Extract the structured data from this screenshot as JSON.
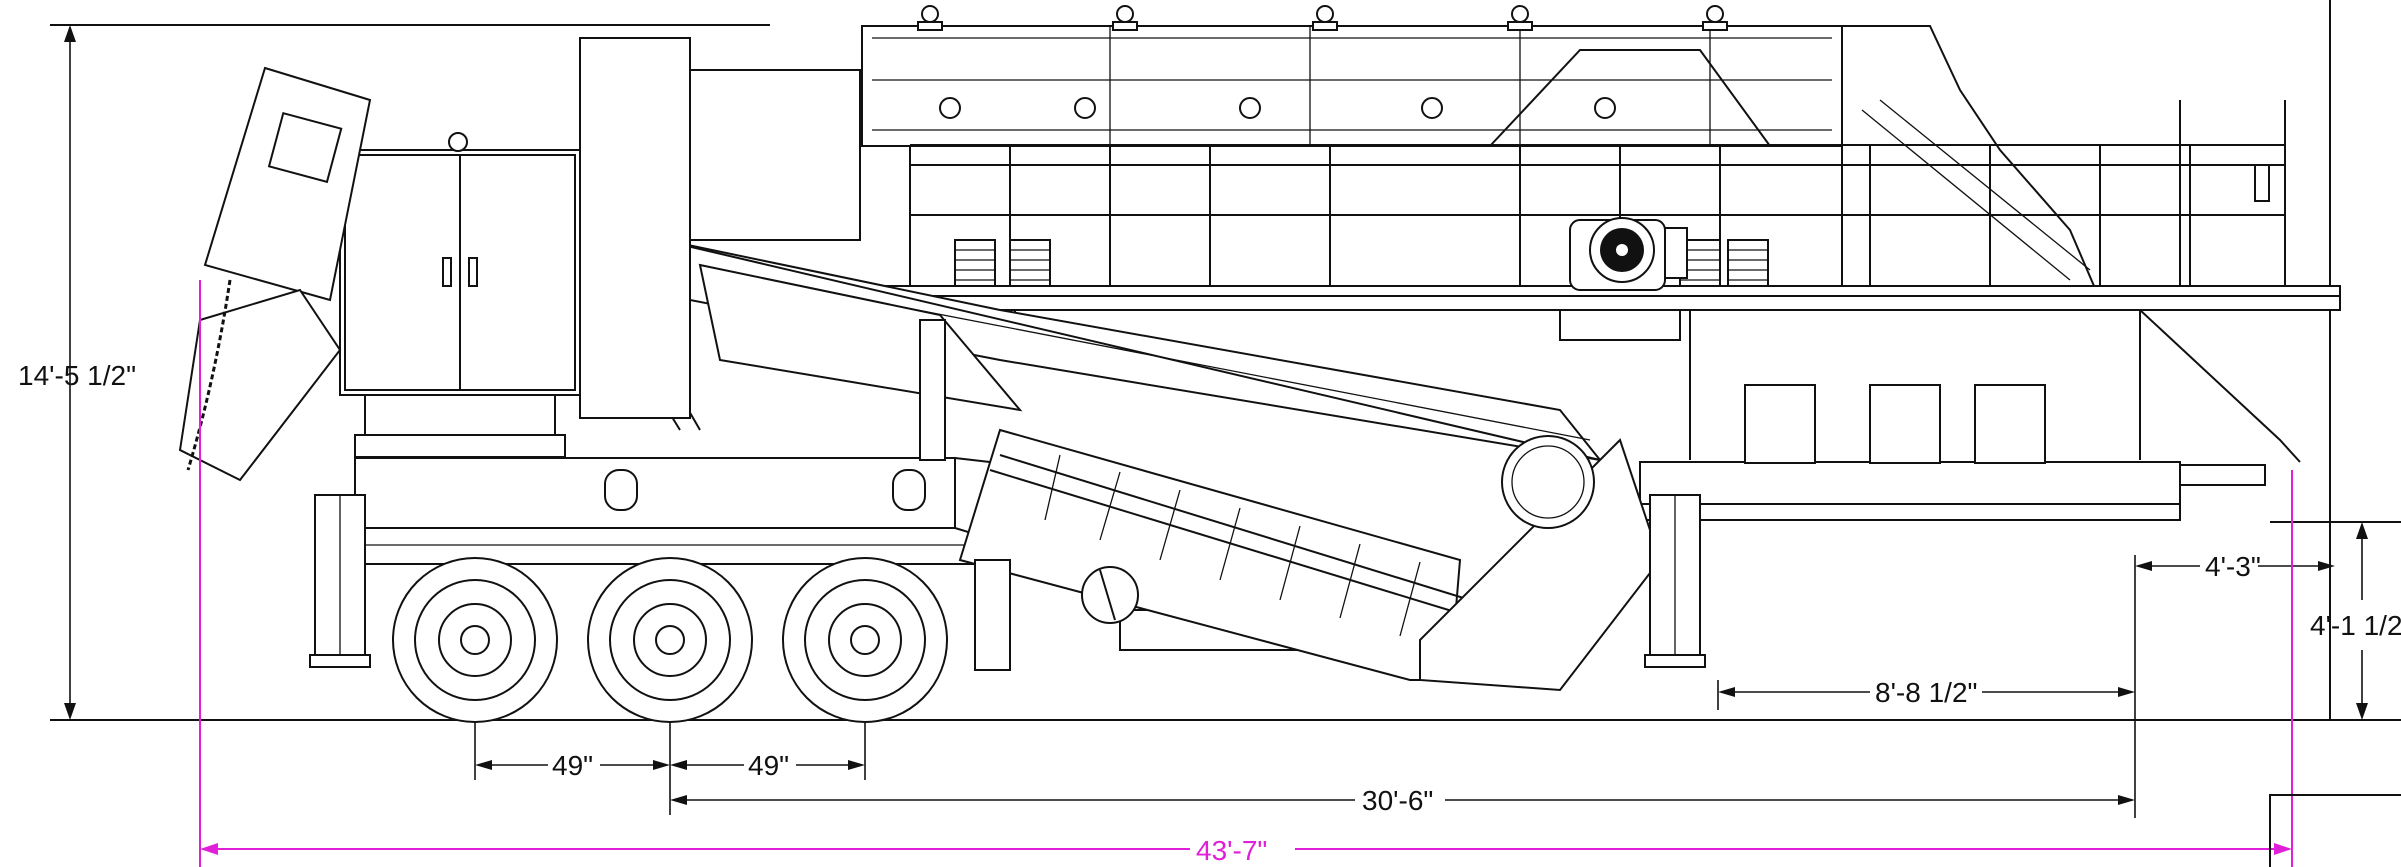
{
  "colors": {
    "line": "#111111",
    "overall_dimension": "#e020d8",
    "background": "#ffffff"
  },
  "dimensions": {
    "overall_height": "14'-5 1/2\"",
    "axle_spacing_1": "49\"",
    "axle_spacing_2": "49\"",
    "axle_to_rear": "30'-6\"",
    "rear_overhang": "8'-8 1/2\"",
    "tail_extension": "4'-3\"",
    "tail_height": "4'-1 1/2",
    "overall_length": "43'-7\""
  }
}
